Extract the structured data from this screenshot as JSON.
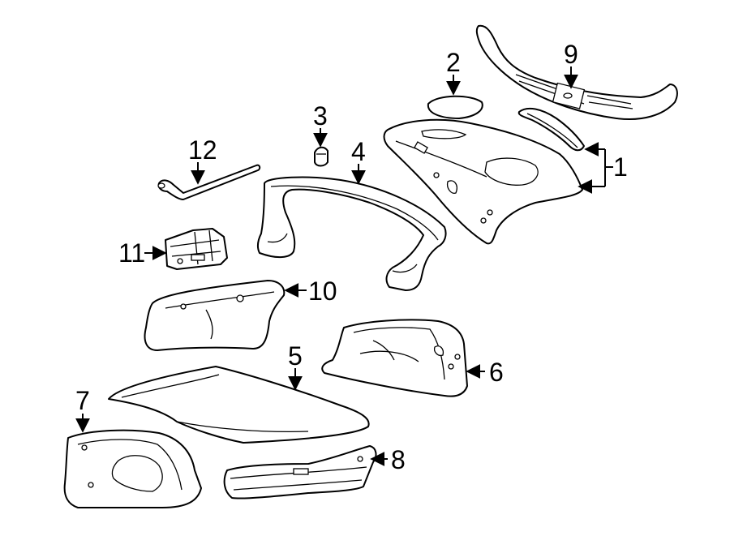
{
  "callouts": {
    "c1": "1",
    "c2": "2",
    "c3": "3",
    "c4": "4",
    "c5": "5",
    "c6": "6",
    "c7": "7",
    "c8": "8",
    "c9": "9",
    "c10": "10",
    "c11": "11",
    "c12": "12"
  },
  "colors": {
    "line": "#000000",
    "fill": "#ffffff"
  }
}
